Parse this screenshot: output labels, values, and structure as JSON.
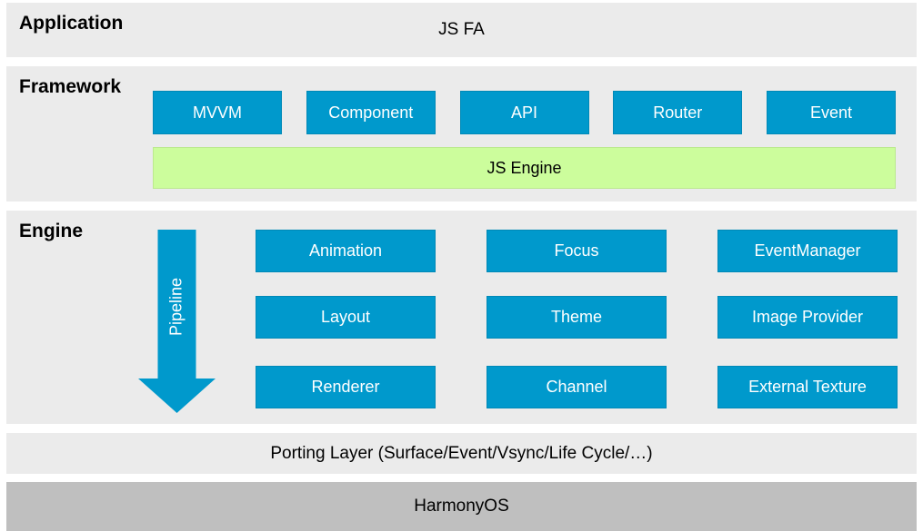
{
  "layers": {
    "application": {
      "label": "Application",
      "content": "JS FA"
    },
    "framework": {
      "label": "Framework",
      "boxes": [
        "MVVM",
        "Component",
        "API",
        "Router",
        "Event"
      ],
      "engine_bar": "JS Engine"
    },
    "engine": {
      "label": "Engine",
      "pipeline_label": "Pipeline",
      "rows": [
        [
          "Animation",
          "Focus",
          "EventManager"
        ],
        [
          "Layout",
          "Theme",
          "Image Provider"
        ],
        [
          "Renderer",
          "Channel",
          "External Texture"
        ]
      ]
    },
    "porting": {
      "label": "Porting Layer (Surface/Event/Vsync/Life Cycle/…)"
    },
    "os": {
      "label": "HarmonyOS"
    }
  },
  "colors": {
    "band_gray": "#EBEBEB",
    "os_gray": "#BFBFBF",
    "box_blue": "#0099CC",
    "engine_green": "#CCFD9C",
    "box_text": "#FFFFFF",
    "label_text": "#000000"
  }
}
